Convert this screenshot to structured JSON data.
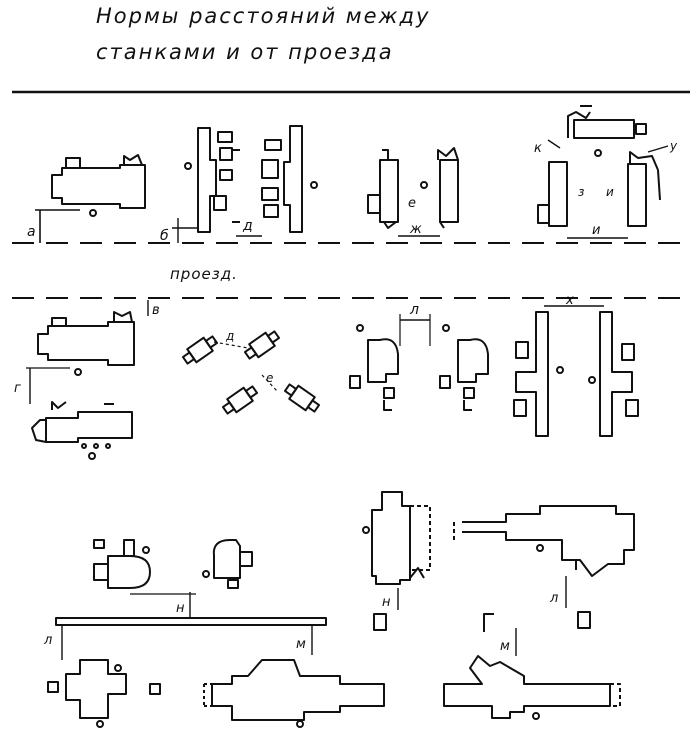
{
  "title": {
    "line1": "Нормы расстояний между",
    "line2": "станками и от проезда"
  },
  "road_label": "проезд.",
  "dimension_labels": {
    "a": "а",
    "b": "б",
    "v": "в",
    "g": "г",
    "d": "д",
    "d2": "д",
    "e": "е",
    "zh": "ж",
    "z": "з",
    "i": "и",
    "k": "к",
    "l": "л",
    "m": "м",
    "m2": "м",
    "n": "н",
    "n2": "н",
    "l2": "л",
    "x": "х",
    "y": "у"
  },
  "colors": {
    "ink": "#111111",
    "paper": "#ffffff"
  }
}
